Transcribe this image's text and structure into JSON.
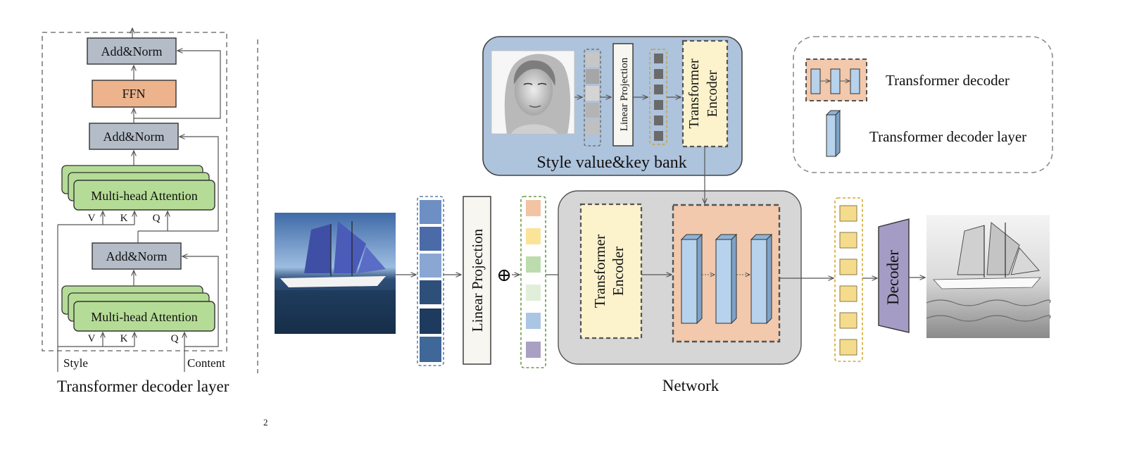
{
  "decoder_layer": {
    "caption": "Transformer decoder layer",
    "add_norm_top": "Add&Norm",
    "ffn": "FFN",
    "add_norm_mid": "Add&Norm",
    "mha_upper": "Multi-head Attention",
    "add_norm_low": "Add&Norm",
    "mha_lower": "Multi-head Attention",
    "upper_inputs": {
      "v": "V",
      "k": "K",
      "q": "Q"
    },
    "lower_inputs": {
      "v": "V",
      "k": "K",
      "q": "Q"
    },
    "style_input": "Style",
    "content_input": "Content"
  },
  "style_bank": {
    "title": "Style value&key bank",
    "linear_projection": "Linear Projection",
    "encoder": "Transformer Encoder"
  },
  "main": {
    "linear_projection": "Linear Projection",
    "add_symbol": "⊕",
    "network_label": "Network",
    "network_encoder": "Transformer Encoder",
    "decoder": "Decoder",
    "footnote": "2"
  },
  "legend": {
    "decoder": "Transformer decoder",
    "decoder_layer": "Transformer decoder layer"
  },
  "colors": {
    "box_gray": "#b4bcc8",
    "ffn_orange": "#ecb38c",
    "attention_green": "#b5dc96",
    "style_bank_bg": "#aec3dc",
    "network_bg": "#d6d6d6",
    "encoder_yellow": "#fcf2cc",
    "decoder_orange": "#f2c9ac",
    "layer_blue": "#b6d2ec",
    "decoder_purple": "#a49cc4",
    "token_yellow": "#f4dc8c",
    "pos_colors": [
      "#f2c4a4",
      "#fbe39a",
      "#bddcae",
      "#e2efd8",
      "#aac6e4",
      "#a9a0c4"
    ]
  }
}
